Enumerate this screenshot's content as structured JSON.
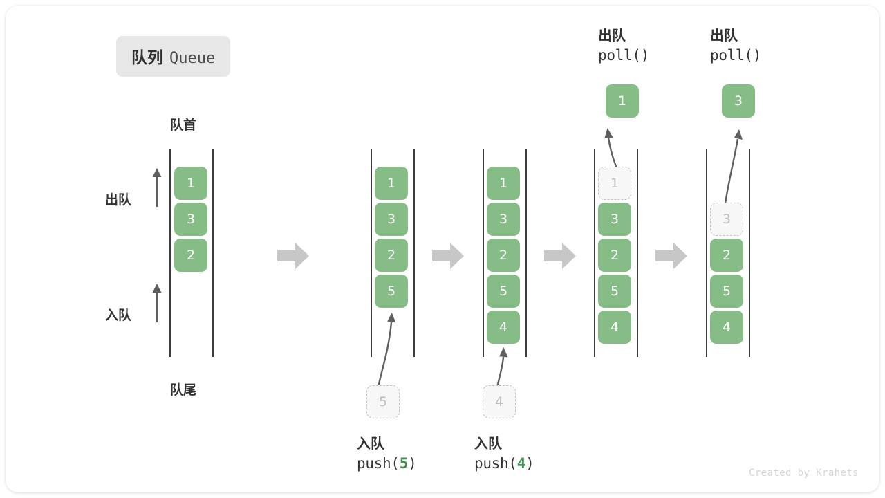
{
  "title": {
    "cn": "队列",
    "en": "Queue"
  },
  "labels": {
    "front": "队首",
    "rear": "队尾",
    "dequeue": "出队",
    "enqueue": "入队"
  },
  "footer": "Created by Krahets",
  "colors": {
    "box_fill": "#86bd86",
    "box_text": "#ffffff",
    "ghost_fill": "#f7f7f7",
    "ghost_border": "#c3c3c3",
    "ghost_text": "#bdbdbd",
    "rail": "#3c3c3c",
    "arrow_gray": "#c7c7c7",
    "curve_gray": "#5f5f5f",
    "text": "#333333",
    "accent_green": "#3f8e4f",
    "chip_bg": "#e7e7e7"
  },
  "columns": [
    {
      "id": "initial",
      "items": [
        "1",
        "3",
        "2"
      ],
      "ghost_index": -1,
      "side_labels": {
        "top": "队首",
        "bottom": "队尾",
        "upper_arrow": "出队",
        "lower_arrow": "入队"
      }
    },
    {
      "id": "after-push-5",
      "items": [
        "1",
        "3",
        "2",
        "5"
      ],
      "ghost_index": -1,
      "incoming": {
        "value": "5",
        "caption_cn": "入队",
        "caption_code_prefix": "push(",
        "caption_code_value": "5",
        "caption_code_suffix": ")"
      }
    },
    {
      "id": "after-push-4",
      "items": [
        "1",
        "3",
        "2",
        "5",
        "4"
      ],
      "ghost_index": -1,
      "incoming": {
        "value": "4",
        "caption_cn": "入队",
        "caption_code_prefix": "push(",
        "caption_code_value": "4",
        "caption_code_suffix": ")"
      }
    },
    {
      "id": "poll-1",
      "items": [
        "1",
        "3",
        "2",
        "5",
        "4"
      ],
      "ghost_index": 0,
      "outgoing": {
        "value": "1",
        "caption_cn": "出队",
        "caption_code": "poll()"
      }
    },
    {
      "id": "poll-3",
      "items": [
        "3",
        "2",
        "5",
        "4"
      ],
      "ghost_index": 0,
      "outgoing": {
        "value": "3",
        "caption_cn": "出队",
        "caption_code": "poll()"
      }
    }
  ],
  "separators": [
    "step-arrow-1",
    "step-arrow-2",
    "step-arrow-3",
    "step-arrow-4"
  ]
}
